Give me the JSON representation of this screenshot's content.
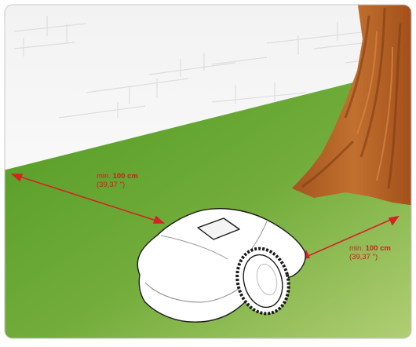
{
  "labels": {
    "left": {
      "prefix": "min. ",
      "value": "100 cm",
      "sub": "(39,37 \")"
    },
    "right": {
      "prefix": "min. ",
      "value": "100 cm",
      "sub": "(39,37 \")"
    }
  },
  "colors": {
    "grass": "#6aa534",
    "grass_light": "#a9c96a",
    "wall": "#ffffff",
    "wall_lines": "#dcdcdc",
    "trunk": "#b8642a",
    "trunk_dark": "#8a4319",
    "arrow": "#d62222",
    "mower_body": "#ffffff",
    "mower_outline": "#1a1a1a"
  }
}
